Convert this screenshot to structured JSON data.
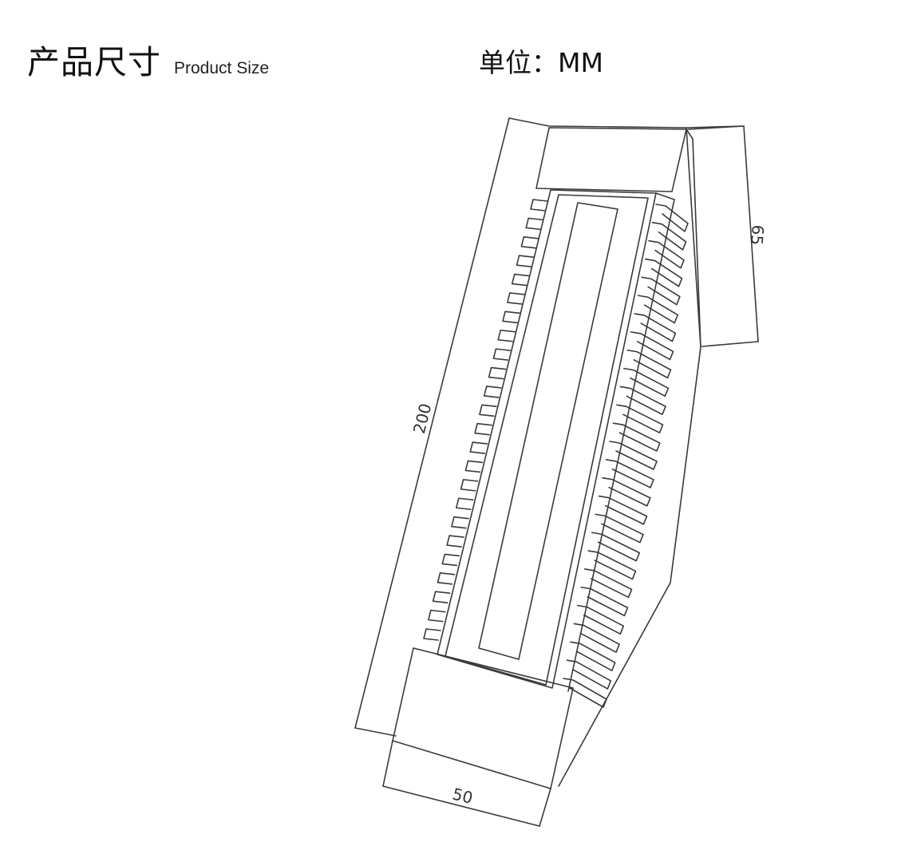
{
  "header": {
    "title_cn": "产品尺寸",
    "title_en": "Product Size",
    "unit": "单位：MM"
  },
  "dimensions": {
    "length": "200",
    "width": "50",
    "height": "65"
  }
}
